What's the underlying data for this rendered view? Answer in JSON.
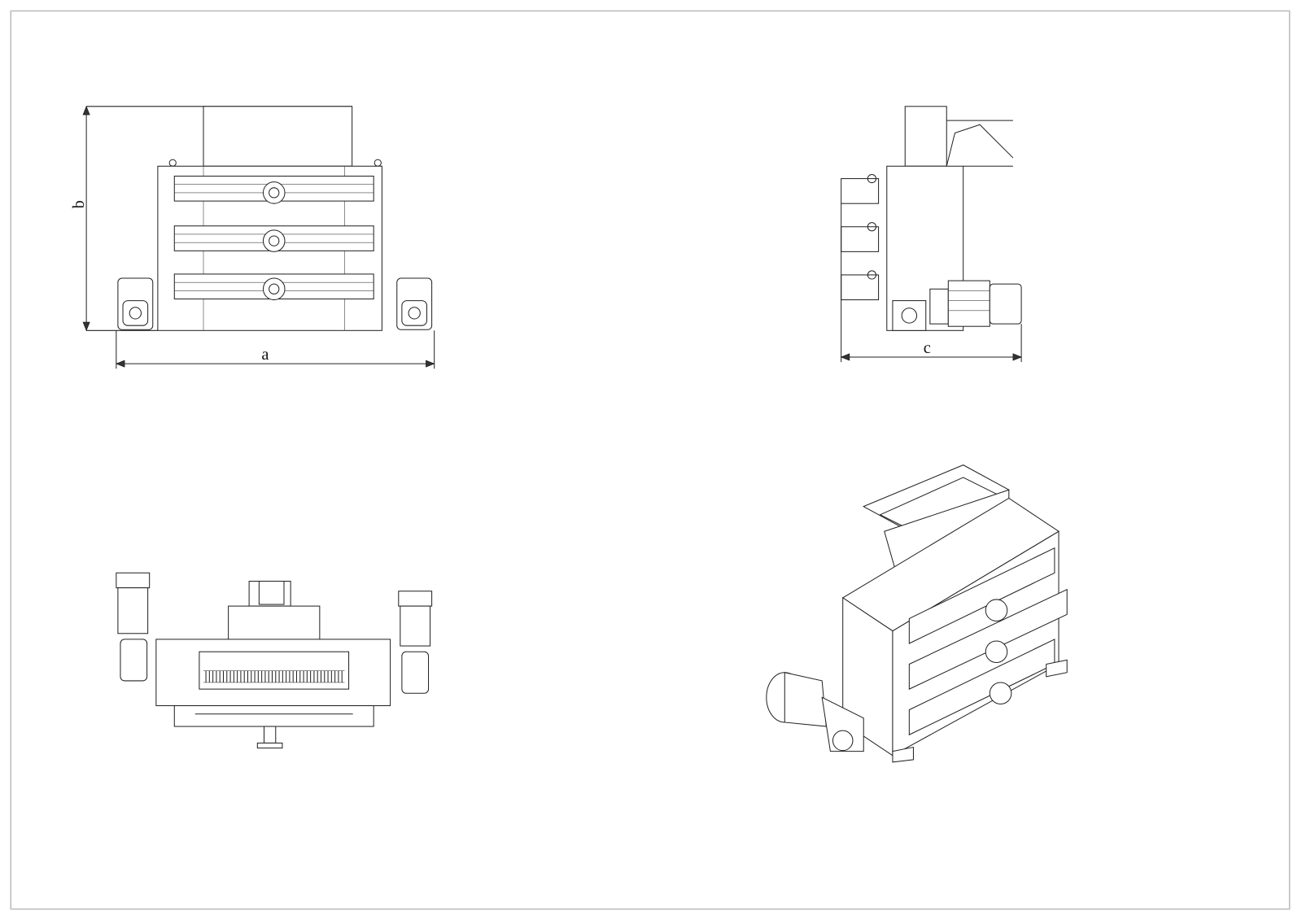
{
  "drawing": {
    "views": [
      {
        "name": "front-view",
        "dimensions": [
          "a",
          "b"
        ]
      },
      {
        "name": "side-view",
        "dimensions": [
          "c"
        ]
      },
      {
        "name": "top-view",
        "dimensions": []
      },
      {
        "name": "isometric-view",
        "dimensions": []
      }
    ],
    "dimension_labels": {
      "a": "a",
      "b": "b",
      "c": "c"
    },
    "colors": {
      "line": "#222222",
      "border": "#bbbbbb",
      "background": "#ffffff"
    }
  }
}
